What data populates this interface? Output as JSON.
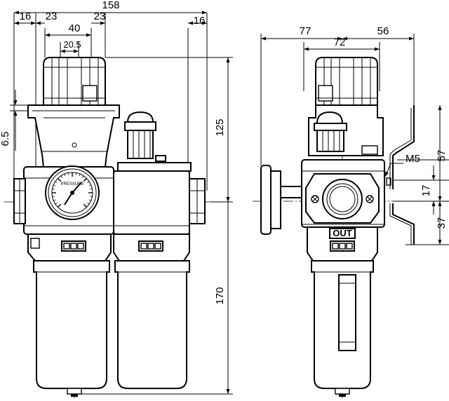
{
  "front_view": {
    "dims": {
      "overall_width": "158",
      "left_offset": "16",
      "left_half": "23",
      "right_half": "23",
      "right_offset": "16",
      "knob_width": "40",
      "knob_inner": "20.5",
      "side_offset": "6.5",
      "upper_height": "125",
      "lower_height": "170"
    },
    "gauge_label": "PRESSURE"
  },
  "side_view": {
    "dims": {
      "left_width": "77",
      "right_width": "56",
      "knob_width": "72",
      "bracket_height": "57",
      "port_thread": "M5",
      "port_offset": "17",
      "bracket_lower": "37"
    },
    "out_label": "OUT"
  }
}
